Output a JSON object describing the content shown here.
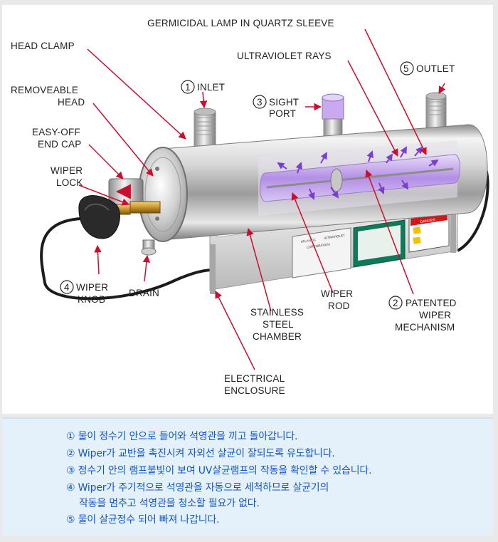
{
  "labels": {
    "germicidal_lamp": "GERMICIDAL LAMP IN QUARTZ SLEEVE",
    "head_clamp": "HEAD CLAMP",
    "ultraviolet_rays": "ULTRAVIOLET RAYS",
    "outlet": "OUTLET",
    "outlet_num": "5",
    "inlet": "INLET",
    "inlet_num": "1",
    "removeable_head_1": "REMOVEABLE",
    "removeable_head_2": "HEAD",
    "sight_port_num": "3",
    "sight_port_1": "SIGHT",
    "sight_port_2": "PORT",
    "easy_off_1": "EASY-OFF",
    "easy_off_2": "END CAP",
    "wiper_lock_1": "WIPER",
    "wiper_lock_2": "LOCK",
    "wiper_knob_num": "4",
    "wiper_knob_1": "WIPER",
    "wiper_knob_2": "KNOB",
    "drain": "DRAIN",
    "wiper_rod_1": "WIPER",
    "wiper_rod_2": "ROD",
    "stainless_1": "STAINLESS",
    "stainless_2": "STEEL",
    "stainless_3": "CHAMBER",
    "patented_num": "2",
    "patented_1": "PATENTED",
    "patented_2": "WIPER",
    "patented_3": "MECHANISM",
    "electrical_1": "ELECTRICAL",
    "electrical_2": "ENCLOSURE"
  },
  "nameplate": {
    "brand_1": "ATLANTIC",
    "brand_2": "ULTRAVIOLET",
    "sub": "CORPORATION",
    "danger": "DANGER"
  },
  "captions": [
    "① 물이 정수기 안으로 들어와 석영관을 끼고 돌아갑니다.",
    "② Wiper가 교반을 촉진시켜 자외선 살균이 잘되도록 유도합니다.",
    "③ 정수기 안의 램프불빛이  보여 UV살균램프의 작동을 확인할 수 있습니다.",
    "④ Wiper가 주기적으로 석영관을 자동으로 세척하므로 살균기의",
    "작동을 멈추고 석영관을 청소할 필요가 없다.",
    "⑤ 물이 살균정수 되어 빠져 나갑니다."
  ],
  "colors": {
    "arrow": "#c8102e",
    "uv_purple": "#b08ee0",
    "caption_text": "#1557c0",
    "nameplate_green": "#0f7a5a",
    "danger_red": "#d01818"
  }
}
